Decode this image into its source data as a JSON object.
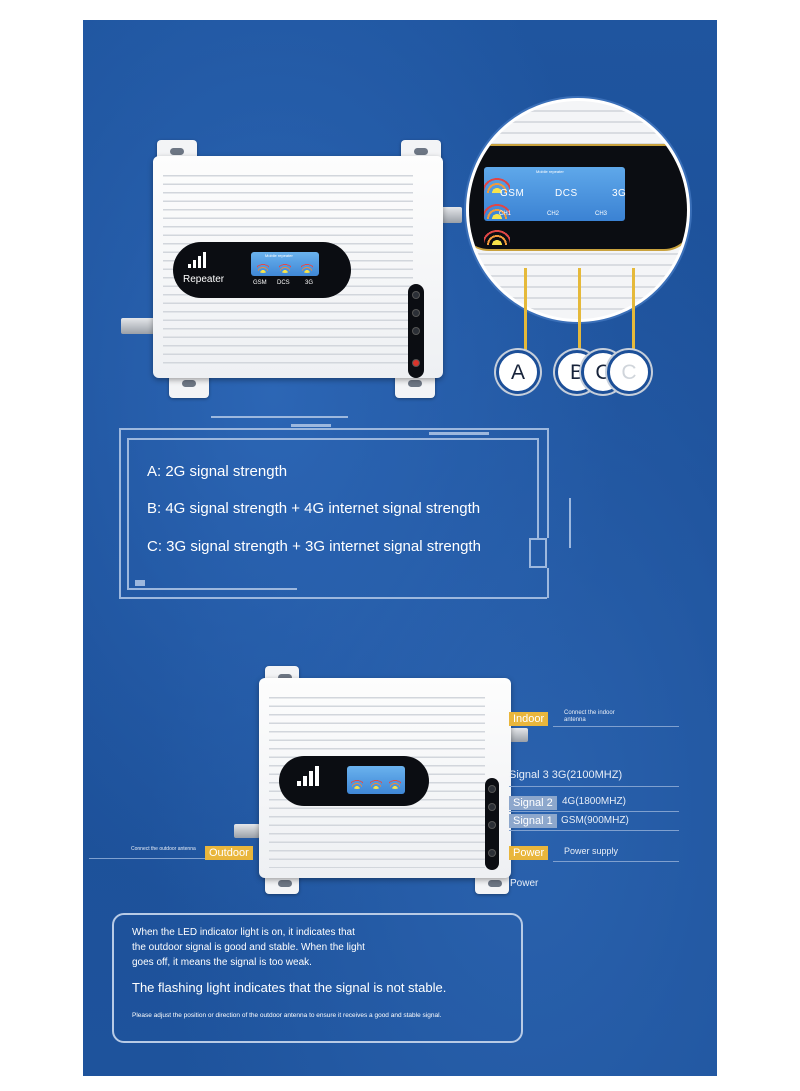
{
  "top_device": {
    "logo_text": "Repeater",
    "lcd_title": "Mobile repeater",
    "band_labels": [
      "GSM",
      "DCS",
      "3G"
    ]
  },
  "zoom": {
    "lcd_title": "Mobile repeater",
    "channel_labels": [
      "CH1",
      "CH2",
      "CH3"
    ],
    "band_labels": [
      "GSM",
      "DCS",
      "3G"
    ]
  },
  "badges": [
    "A",
    "B",
    "C",
    "C"
  ],
  "legend": {
    "a": "A: 2G signal strength",
    "b": "B: 4G signal strength + 4G internet signal strength",
    "c": "C: 3G signal strength + 3G internet signal strength"
  },
  "bottom_device": {
    "labels": {
      "indoor": "Indoor",
      "indoor_note": "Connect the indoor antenna",
      "signal3": "Signal 3 3G(2100MHZ)",
      "signal2": "Signal 2",
      "signal2_band": "4G(1800MHZ)",
      "signal1": "Signal 1",
      "signal1_band": "GSM(900MHZ)",
      "power_tag": "Power",
      "power_supply": "Power supply",
      "power": "Power",
      "outdoor": "Outdoor",
      "outdoor_note": "Connect the outdoor antenna"
    }
  },
  "message": {
    "line1": "When the LED indicator light is on, it indicates that",
    "line2": "the outdoor signal is good and stable. When the light",
    "line3": "goes off, it means the signal is too weak.",
    "line4": "The flashing light indicates that the signal is not stable.",
    "line5": "Please adjust the position or direction of the outdoor antenna to ensure it receives a good and stable signal."
  },
  "colors": {
    "background": "#1e539c",
    "accent": "#e9b63c",
    "device": "#f4f5f7"
  }
}
